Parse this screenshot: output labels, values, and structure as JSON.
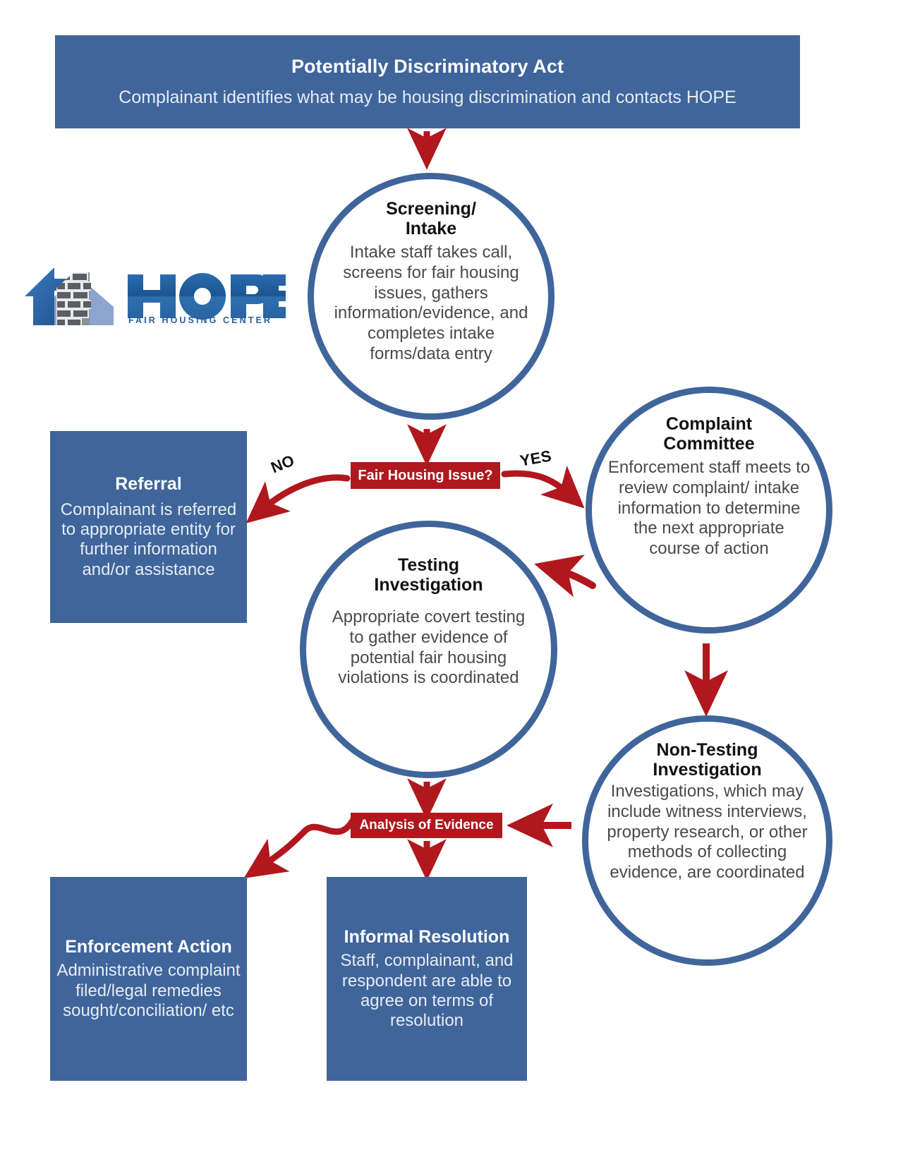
{
  "meta": {
    "diagram_title": "HOPE Fair Housing Center Complaint Process Flowchart",
    "colors": {
      "blue": "#3F659B",
      "blue_light": "#8CA5CE",
      "blue_dark": "#1F5595",
      "red": "#B0181E",
      "body_text": "#4A4A4A",
      "box_text": "#E7ECF3",
      "white": "#FFFFFF"
    }
  },
  "logo": {
    "wordmark": "HOPE",
    "tagline": "FAIR HOUSING CENTER",
    "icon_name": "house-with-chimney-logo"
  },
  "header": {
    "title": "Potentially Discriminatory Act",
    "subtitle": "Complainant identifies what may be housing discrimination and contacts HOPE"
  },
  "nodes": {
    "screening": {
      "title": "Screening/\nIntake",
      "title_line1": "Screening/",
      "title_line2": "Intake",
      "body": "Intake staff takes call, screens for fair housing issues, gathers information/evidence, and completes intake forms/data entry"
    },
    "complaint_committee": {
      "title_line1": "Complaint",
      "title_line2": "Committee",
      "body": "Enforcement staff meets to review complaint/ intake information to determine the next appropriate course of action"
    },
    "testing": {
      "title_line1": "Testing",
      "title_line2": "Investigation",
      "body": "Appropriate covert testing to gather evidence of potential fair housing violations is coordinated"
    },
    "non_testing": {
      "title_line1": "Non-Testing",
      "title_line2": "Investigation",
      "body": "Investigations, which may include witness interviews, property research, or other methods of collecting evidence, are coordinated"
    },
    "referral": {
      "title": "Referral",
      "body": "Complainant is referred to appropriate entity for further information and/or assistance"
    },
    "enforcement_action": {
      "title": "Enforcement Action",
      "body": "Administrative complaint filed/legal remedies sought/conciliation/ etc"
    },
    "informal_resolution": {
      "title": "Informal Resolution",
      "body": "Staff, complainant, and respondent are able to agree on terms of resolution"
    }
  },
  "decisions": {
    "fair_housing_issue": "Fair Housing Issue?",
    "analysis_of_evidence": "Analysis of Evidence"
  },
  "branch_labels": {
    "no": "NO",
    "yes": "YES"
  }
}
